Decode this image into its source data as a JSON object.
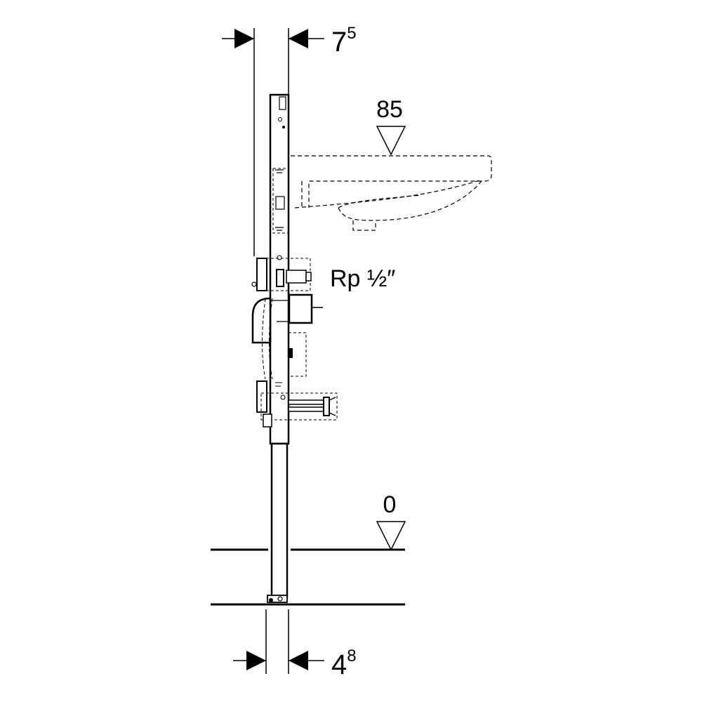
{
  "dimensions": {
    "top_width": {
      "main": "7",
      "sup": "5"
    },
    "bottom_width": {
      "main": "4",
      "sup": "8"
    }
  },
  "levels": {
    "basin": "85",
    "floor": "0"
  },
  "connection": {
    "label": "Rp ½″"
  },
  "colors": {
    "line": "#000000",
    "background": "#ffffff"
  }
}
